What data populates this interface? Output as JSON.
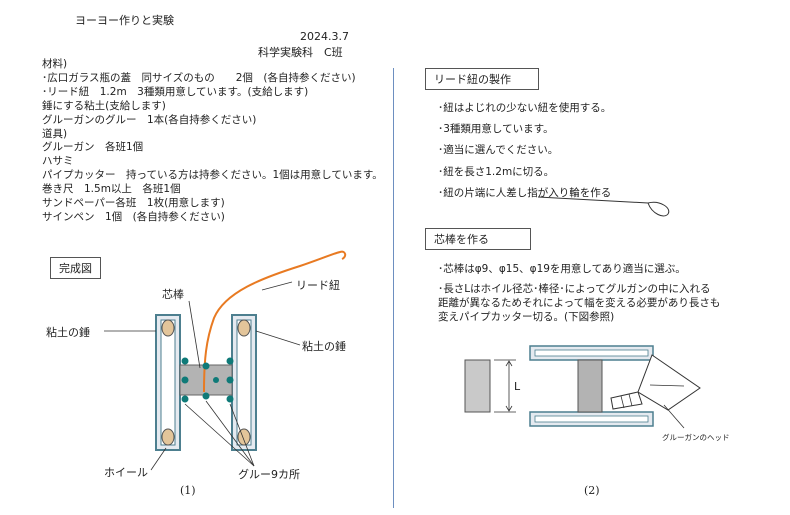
{
  "header": {
    "title": "ヨーヨー作りと実験",
    "date": "2024.3.7",
    "team": "科学実験科　C班"
  },
  "materials": [
    "材料)",
    "･広口ガラス瓶の蓋　同サイズのもの　　2個　(各自持参ください)",
    "･リード紐　1.2m　3種類用意しています。(支給します)",
    "錘にする粘土(支給します)",
    "グルーガンのグルー　1本(各自持参ください)",
    "道具)",
    "グルーガン　各班1個",
    "ハサミ",
    "パイプカッター　持っている方は持参ください。1個は用意しています。",
    "巻き尺　1.5m以上　各班1個",
    "サンドペーパー各班　1枚(用意します)",
    "サインペン　1個　(各自持参ください)"
  ],
  "figure1": {
    "box_label": "完成図",
    "core": "芯棒",
    "lead": "リード紐",
    "weight_left": "粘土の錘",
    "weight_right": "粘土の錘",
    "wheel": "ホイール",
    "glue": "グルー9カ所",
    "caption": "(1)"
  },
  "lead_section": {
    "heading": "リード紐の製作",
    "steps": [
      "･紐はよじれの少ない紐を使用する。",
      "･3種類用意しています。",
      "･適当に選んでください。",
      "･紐を長さ1.2mに切る。",
      "･紐の片端に人差し指が入り輪を作る"
    ]
  },
  "core_section": {
    "heading": "芯棒を作る",
    "lines": [
      "･芯棒はφ9、φ15、φ19を用意してあり適当に選ぶ。",
      "･長さLはホイル径芯･棒径･によってグルガンの中に入れる",
      "距離が異なるためそれによって幅を変える必要があり長さも",
      "変えパイプカッター切る。(下図参照)"
    ]
  },
  "figure2": {
    "dim": "L",
    "glue_gun": "グルーガンのヘッド",
    "caption": "(2)"
  },
  "colors": {
    "wheel_fill": "#e5eaf0",
    "wheel_stroke": "#4d7f8f",
    "clay": "#e3c59a",
    "glue": "#0f7a78",
    "string": "#e87a22",
    "divider": "#6d8fc0"
  }
}
